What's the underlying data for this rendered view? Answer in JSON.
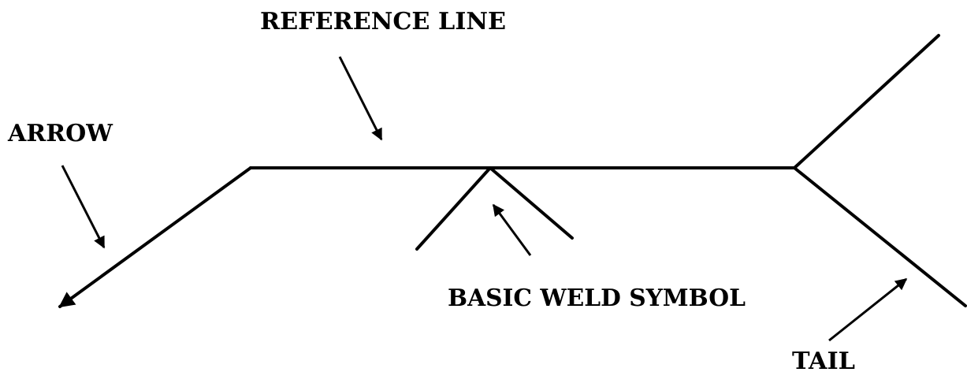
{
  "labels": {
    "reference_line": "REFERENCE LINE",
    "arrow": "ARROW",
    "basic_weld_symbol": "BASIC WELD SYMBOL",
    "tail": "TAIL"
  },
  "colors": {
    "line": "#000000",
    "background": "#ffffff"
  }
}
